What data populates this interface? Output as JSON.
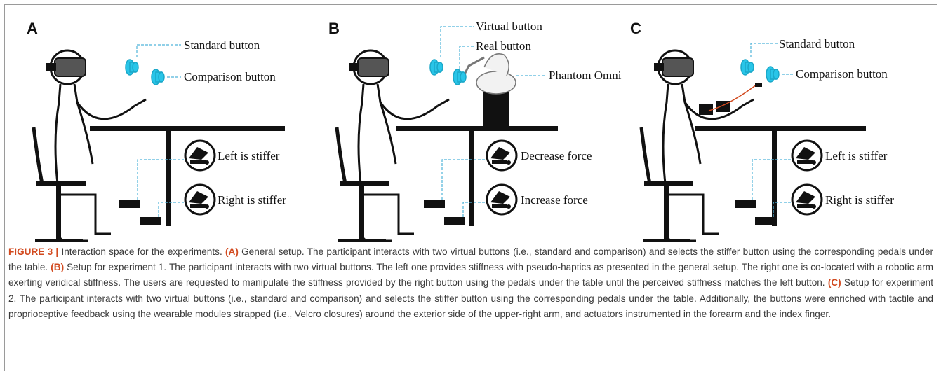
{
  "panels": {
    "a": {
      "letter": "A",
      "label_standard": "Standard button",
      "label_comparison": "Comparison button",
      "label_left": "Left is stiffer",
      "label_right": "Right is stiffer"
    },
    "b": {
      "letter": "B",
      "label_virtual": "Virtual button",
      "label_real": "Real button",
      "label_phantom": "Phantom Omni",
      "label_decrease": "Decrease force",
      "label_increase": "Increase force"
    },
    "c": {
      "letter": "C",
      "label_standard": "Standard button",
      "label_comparison": "Comparison button",
      "label_left": "Left is stiffer",
      "label_right": "Right is stiffer"
    }
  },
  "caption": {
    "figure_label": "FIGURE 3 |",
    "intro": " Interaction space for the experiments. ",
    "ref_a": "(A)",
    "text_a": " General setup. The participant interacts with two virtual buttons (i.e., standard and comparison) and selects the stiffer button using the corresponding pedals under the table. ",
    "ref_b": "(B)",
    "text_b": " Setup for experiment 1. The participant interacts with two virtual buttons. The left one provides stiffness with pseudo-haptics as presented in the general setup. The right one is co-located with a robotic arm exerting veridical stiffness. The users are requested to manipulate the stiffness provided by the right button using the pedals under the table until the perceived stiffness matches the left button. ",
    "ref_c": "(C)",
    "text_c": " Setup for experiment 2. The participant interacts with two virtual buttons (i.e., standard and comparison) and selects the stiffer button using the corresponding pedals under the table. Additionally, the buttons were enriched with tactile and proprioceptive feedback using the wearable modules strapped (i.e., Velcro closures) around the exterior side of the upper-right arm, and actuators instrumented in the forearm and the index finger."
  },
  "colors": {
    "button_fill": "#29c5e8",
    "leader_line": "#4fb3d9",
    "figure_label": "#d24a1f",
    "headset": "#555555"
  }
}
